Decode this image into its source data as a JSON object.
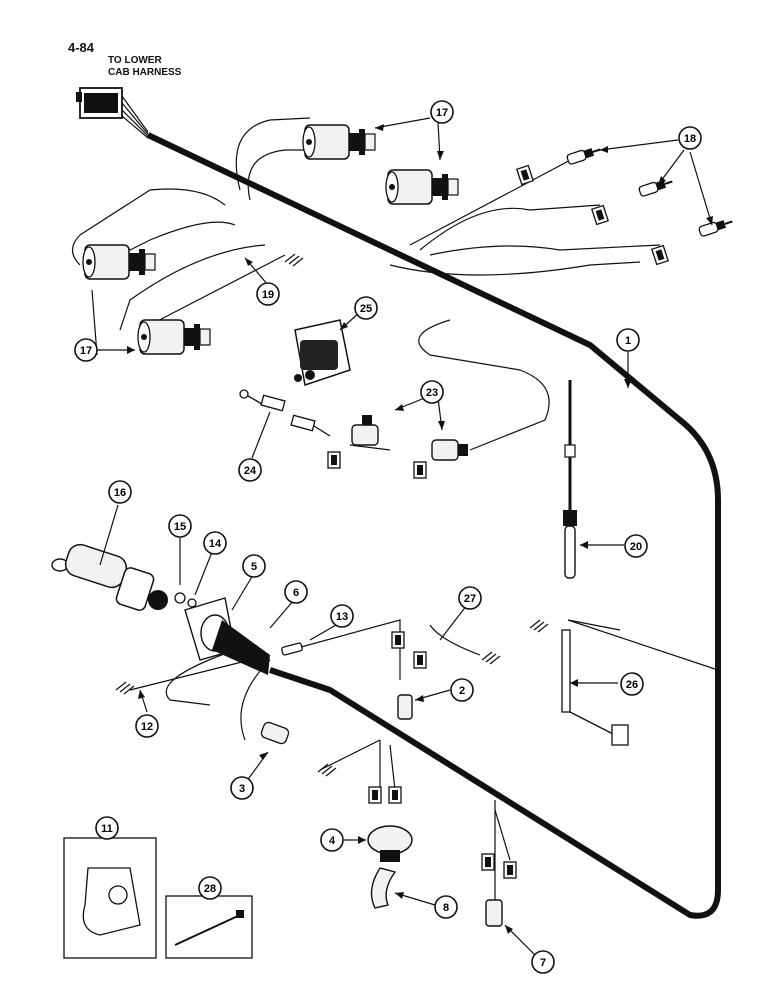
{
  "page_number": "4-84",
  "connector_label": {
    "line1": "TO LOWER",
    "line2": "CAB HARNESS"
  },
  "callouts": [
    "1",
    "2",
    "3",
    "4",
    "5",
    "6",
    "7",
    "8",
    "11",
    "12",
    "13",
    "14",
    "15",
    "16",
    "17",
    "18",
    "19",
    "20",
    "23",
    "24",
    "25",
    "26",
    "27",
    "28"
  ],
  "colors": {
    "ink": "#111111",
    "paper": "#ffffff",
    "part_fill": "#f2f2f2"
  }
}
